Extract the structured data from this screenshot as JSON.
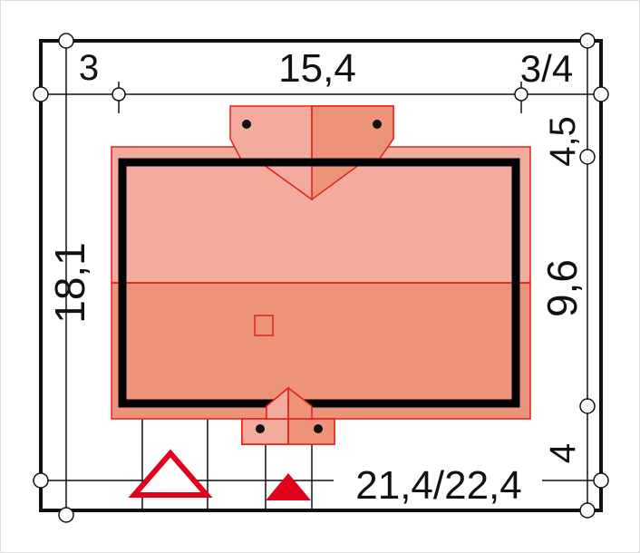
{
  "plan": {
    "colors": {
      "roof_light": "#f2ab9c",
      "roof_dark": "#ed9379",
      "roof_outline": "#e2231a",
      "wall": "#000000",
      "marker_red": "#e2001a",
      "line": "#111111",
      "background": "#ffffff"
    },
    "dimensions": {
      "top_left": "3",
      "top_center": "15,4",
      "top_right": "3/4",
      "left_total": "18,1",
      "right_top": "4,5",
      "right_mid": "9,6",
      "right_bottom": "4",
      "bottom_right": "21,4/22,4"
    },
    "icons": {
      "entrance_outline": "triangle-outline-icon",
      "entrance_filled": "triangle-filled-icon"
    }
  }
}
